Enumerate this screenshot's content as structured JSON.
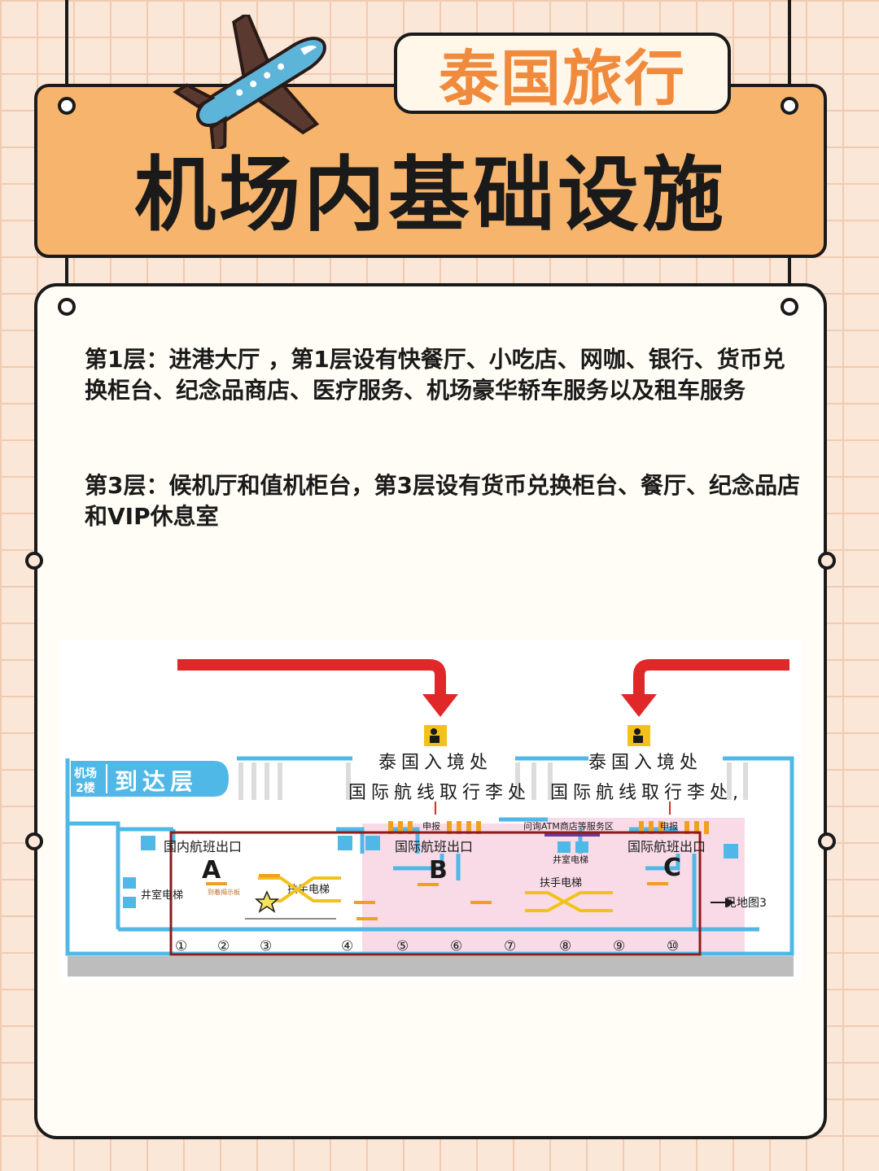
{
  "header": {
    "tag": "泰国旅行",
    "title": "机场内基础设施"
  },
  "content": {
    "floor1": "第1层：进港大厅 ，第1层设有快餐厅、小吃店、网咖、银行、货币兑换柜台、纪念品商店、医疗服务、机场豪华轿车服务以及租车服务",
    "floor3": "第3层：候机厅和值机柜台，第3层设有货币兑换柜台、餐厅、纪念品店和VIP休息室"
  },
  "map": {
    "badge_line1": "机场",
    "badge_line2": "2楼",
    "floor_name": "到达层",
    "immigration_1": "泰国入境处",
    "immigration_2": "泰国入境处",
    "baggage_1": "国际航线取行李处",
    "baggage_2": "国际航线取行李处,",
    "declare_1": "申报",
    "declare_2": "申报",
    "service_area": "问询ATM商店等服务区",
    "domestic_exit": "国内航班出口",
    "intl_exit_b": "国际航班出口",
    "intl_exit_c": "国际航班出口",
    "exit_a": "A",
    "exit_b": "B",
    "exit_c": "C",
    "elevator_left": "井室电梯",
    "elevator_mid": "井室电梯",
    "escalator_1": "扶手电梯",
    "escalator_2": "扶手电梯",
    "arrival_board": "到着揭示板",
    "see_map": "见地图3",
    "gates": [
      "①",
      "②",
      "③",
      "④",
      "⑤",
      "⑥",
      "⑦",
      "⑧",
      "⑨",
      "⑩"
    ],
    "colors": {
      "arrow": "#e02828",
      "route": "#4fb8e6",
      "highlight_box": "#8a1c1c",
      "pink_zone": "#f9dbe8",
      "label_fill": "#4fb8e6"
    }
  }
}
